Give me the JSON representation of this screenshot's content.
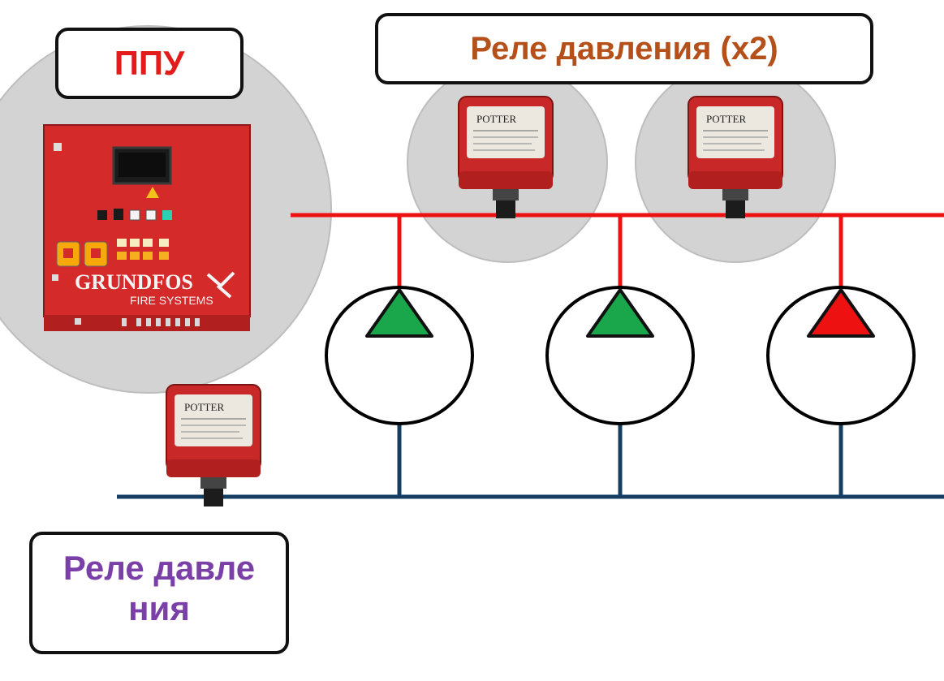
{
  "labels": {
    "ppu": "ППУ",
    "relay_pair": "Реле давления (x2)",
    "relay_single": "Реле давления"
  },
  "control_panel": {
    "brand": "GRUNDFOS",
    "subtitle": "FIRE SYSTEMS"
  },
  "pressure_switch": {
    "brand": "POTTER"
  },
  "pumps": [
    {
      "status": "running",
      "color": "#1aa64a"
    },
    {
      "status": "running",
      "color": "#1aa64a"
    },
    {
      "status": "fault",
      "color": "#ee1111"
    }
  ],
  "colors": {
    "label_ppu_text": "#e31b1b",
    "label_relay_pair_text": "#b5501b",
    "label_relay_single_text": "#7b3fa8",
    "discharge_pipe": "#ee1111",
    "suction_pipe": "#163e63",
    "panel_body": "#d22a2a",
    "switch_body": "#c82828"
  }
}
